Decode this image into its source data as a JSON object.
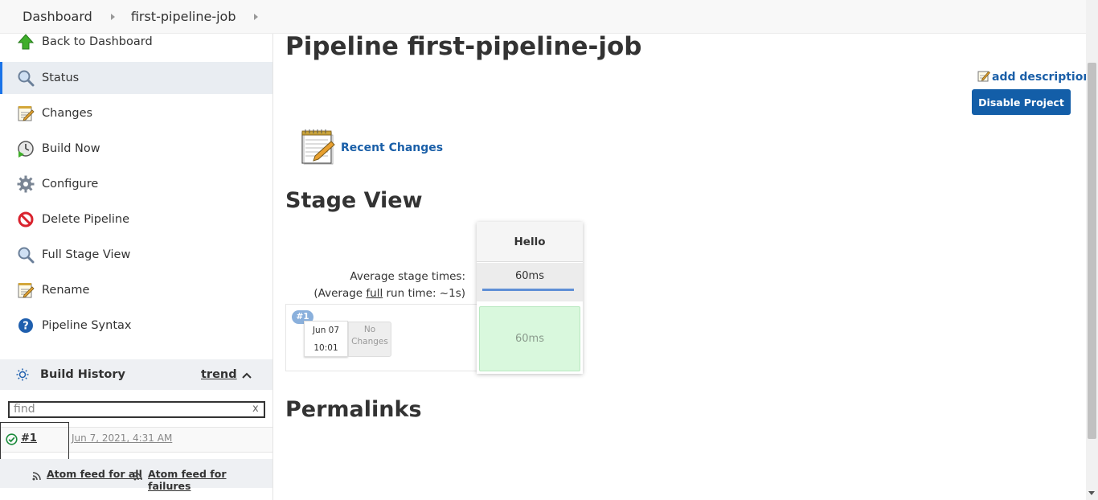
{
  "breadcrumb": {
    "items": [
      "Dashboard",
      "first-pipeline-job"
    ]
  },
  "sidebar": {
    "tasks": [
      {
        "label": "Back to Dashboard",
        "icon": "up-arrow-icon"
      },
      {
        "label": "Status",
        "icon": "magnifier-icon",
        "active": true
      },
      {
        "label": "Changes",
        "icon": "notepad-icon"
      },
      {
        "label": "Build Now",
        "icon": "clock-play-icon"
      },
      {
        "label": "Configure",
        "icon": "gear-icon"
      },
      {
        "label": "Delete Pipeline",
        "icon": "no-entry-icon"
      },
      {
        "label": "Full Stage View",
        "icon": "magnifier-icon"
      },
      {
        "label": "Rename",
        "icon": "notepad-icon"
      },
      {
        "label": "Pipeline Syntax",
        "icon": "help-icon"
      }
    ],
    "build_history": {
      "title": "Build History",
      "trend_label": "trend",
      "find_placeholder": "find",
      "clear_label": "x",
      "builds": [
        {
          "number": "#1",
          "date": "Jun 7, 2021, 4:31 AM",
          "status": "success"
        }
      ],
      "feeds": {
        "all": "Atom feed for all",
        "failures": "Atom feed for failures"
      }
    }
  },
  "main": {
    "title": "Pipeline first-pipeline-job",
    "add_description": "add description",
    "disable_button": "Disable Project",
    "recent_changes": "Recent Changes",
    "stage_view": {
      "heading": "Stage View",
      "avg_stage_times": "Average stage times:",
      "avg_run_prefix": "(Average ",
      "avg_run_full": "full",
      "avg_run_suffix": " run time: ~1s)",
      "stages": [
        {
          "name": "Hello",
          "avg": "60ms"
        }
      ],
      "runs": [
        {
          "badge": "#1",
          "date": "Jun 07",
          "time": "10:01",
          "changes": "No Changes",
          "cells": [
            "60ms"
          ]
        }
      ]
    },
    "permalinks_heading": "Permalinks"
  },
  "colors": {
    "link": "#1a5fa8",
    "button": "#135ea8",
    "stage_success": "#d9f8dd",
    "active_item": "#e9edf2"
  }
}
